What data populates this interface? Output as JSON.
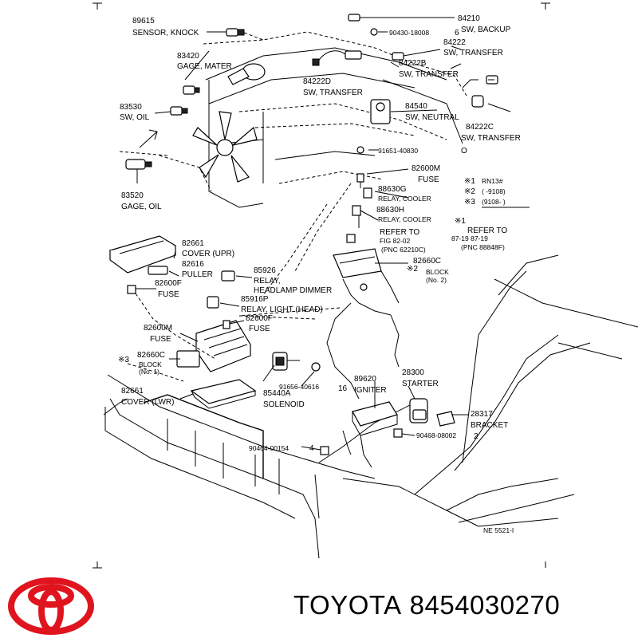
{
  "callouts": [
    {
      "id": "c89615",
      "number": "89615",
      "name": "SENSOR, KNOCK"
    },
    {
      "id": "c83420",
      "number": "83420",
      "name": "GAGE, MATER"
    },
    {
      "id": "c83530",
      "number": "83530",
      "name": "SW, OIL"
    },
    {
      "id": "c83520",
      "number": "83520",
      "name": "GAGE, OIL"
    },
    {
      "id": "c84222D",
      "number": "84222D",
      "name": "SW, TRANSFER"
    },
    {
      "id": "c84210",
      "number": "84210",
      "name": "SW, BACKUP"
    },
    {
      "id": "c84222",
      "number": "84222",
      "name": "SW, TRANSFER"
    },
    {
      "id": "c84222B",
      "number": "84222B",
      "name": "SW, TRANSFER"
    },
    {
      "id": "c84540",
      "number": "84540",
      "name": "SW, NEUTRAL"
    },
    {
      "id": "c84222C",
      "number": "84222C",
      "name": "SW, TRANSFER"
    },
    {
      "id": "c82600M_top",
      "number": "82600M",
      "name": "FUSE"
    },
    {
      "id": "c88630G",
      "number": "88630G",
      "name": "RELAY, COOLER"
    },
    {
      "id": "c88630H",
      "number": "88630H",
      "name": "RELAY, COOLER"
    },
    {
      "id": "c82660C_r",
      "number": "82660C",
      "name": "BLOCK"
    },
    {
      "id": "c82661_upr",
      "number": "82661",
      "name": "COVER (UPR)"
    },
    {
      "id": "c82616",
      "number": "82616",
      "name": "PULLER"
    },
    {
      "id": "c82600F",
      "number": "82600F",
      "name": "FUSE"
    },
    {
      "id": "c85926",
      "number": "85926",
      "name": "RELAY,"
    },
    {
      "id": "c85916P",
      "number": "85916P",
      "name": "RELAY, LIGHT (HEAD)"
    },
    {
      "id": "c82600F_b",
      "number": "82600F",
      "name": "FUSE"
    },
    {
      "id": "c82600M_l",
      "number": "82600M",
      "name": "FUSE"
    },
    {
      "id": "c82660C_l",
      "number": "82660C",
      "name": "BLOCK"
    },
    {
      "id": "c82661_lwr",
      "number": "82661",
      "name": "COVER (LWR)"
    },
    {
      "id": "c85440A",
      "number": "85440A",
      "name": "SOLENOID"
    },
    {
      "id": "c89620",
      "number": "89620",
      "name": "IGNITER"
    },
    {
      "id": "c28300",
      "number": "28300",
      "name": "STARTER"
    },
    {
      "id": "c28317",
      "number": "28317",
      "name": "BRACKET"
    }
  ],
  "extra_text": {
    "headlamp_dimmer": "HEADLAMP DIMMER",
    "block_no2": "(No. 2)",
    "block_no1": "(No. 1)",
    "refer_to": "REFER TO",
    "fig": "FIG 82-02",
    "pnc_62210c": "(PNC 62210C)",
    "refer_to_r": "REFER TO",
    "range_r": "87-19  87-19",
    "pnc_88848f": "(PNC 88848F)",
    "rn13": "RN13#",
    "r2": "(        -9108)",
    "r3": "(9108-        )",
    "note_k1": "※1",
    "note_k2": "※2",
    "note_k3": "※3",
    "note_k3_l": "※3",
    "note_k2_c": "※2",
    "note_k1_r": "※1",
    "bolt_90430": "90430-18008",
    "bolt_91651": "91651-40830",
    "bolt_91656": "91656-40616",
    "bolt_90464": "90464-00154",
    "bolt_90468": "90468-08002",
    "num_6": "6",
    "num_o": "O",
    "num_16": "16",
    "num_4": "4",
    "num_2": "2",
    "ref_code": "NE  5521-I"
  },
  "footer": {
    "brand": "TOYOTA",
    "part_number": "8454030270",
    "logo_icon": "toyota-logo-icon",
    "logo_color": "#e0141e"
  }
}
